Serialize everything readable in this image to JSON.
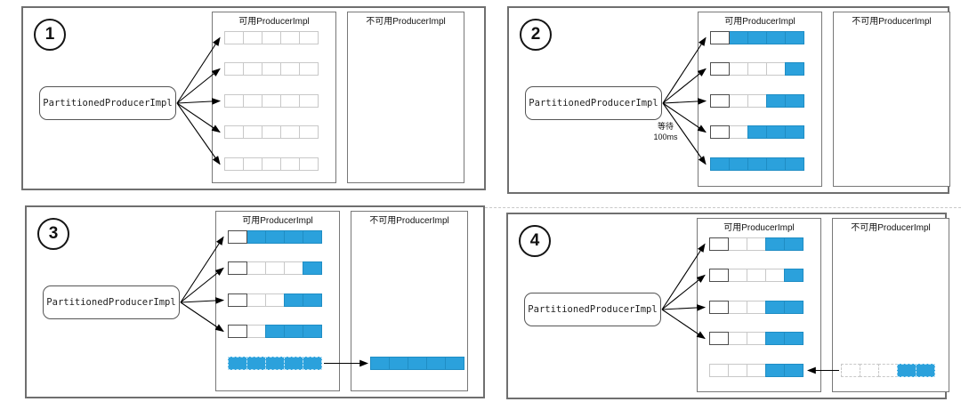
{
  "diagram": {
    "producer_label": "PartitionedProducerImpl",
    "available_title": "可用ProducerImpl",
    "unavailable_title": "不可用ProducerImpl",
    "colors": {
      "filled": "#2ba1dc",
      "filled_border": "#1f8dc4",
      "empty_border": "#c8c8c8",
      "head_border": "#4d4d4d"
    },
    "panels": [
      {
        "number": "1",
        "available_rows": [
          {
            "cells": [
              0,
              0,
              0,
              0,
              0
            ],
            "style": "solid",
            "head": false
          },
          {
            "cells": [
              0,
              0,
              0,
              0,
              0
            ],
            "style": "solid",
            "head": false
          },
          {
            "cells": [
              0,
              0,
              0,
              0,
              0
            ],
            "style": "solid",
            "head": false
          },
          {
            "cells": [
              0,
              0,
              0,
              0,
              0
            ],
            "style": "solid",
            "head": false
          },
          {
            "cells": [
              0,
              0,
              0,
              0,
              0
            ],
            "style": "solid",
            "head": false
          }
        ],
        "unavailable_rows": [],
        "producer_arrow_rows": [
          0,
          1,
          2,
          3,
          4
        ],
        "transfer_arrow": null,
        "note": null
      },
      {
        "number": "2",
        "available_rows": [
          {
            "cells": [
              0,
              1,
              1,
              1,
              1
            ],
            "style": "solid",
            "head": true
          },
          {
            "cells": [
              0,
              0,
              0,
              0,
              1
            ],
            "style": "solid",
            "head": true
          },
          {
            "cells": [
              0,
              0,
              0,
              1,
              1
            ],
            "style": "solid",
            "head": true
          },
          {
            "cells": [
              0,
              0,
              1,
              1,
              1
            ],
            "style": "solid",
            "head": true
          },
          {
            "cells": [
              1,
              1,
              1,
              1,
              1
            ],
            "style": "solid",
            "head": false
          }
        ],
        "unavailable_rows": [],
        "producer_arrow_rows": [
          0,
          1,
          2,
          3,
          4
        ],
        "transfer_arrow": null,
        "note": [
          "等待",
          "100ms"
        ]
      },
      {
        "number": "3",
        "available_rows": [
          {
            "cells": [
              0,
              1,
              1,
              1,
              1
            ],
            "style": "solid",
            "head": true
          },
          {
            "cells": [
              0,
              0,
              0,
              0,
              1
            ],
            "style": "solid",
            "head": true
          },
          {
            "cells": [
              0,
              0,
              0,
              1,
              1
            ],
            "style": "solid",
            "head": true
          },
          {
            "cells": [
              0,
              0,
              1,
              1,
              1
            ],
            "style": "solid",
            "head": true
          },
          {
            "cells": [
              1,
              1,
              1,
              1,
              1
            ],
            "style": "dashed",
            "head": false
          }
        ],
        "unavailable_rows": [
          {
            "cells": [
              1,
              1,
              1,
              1,
              1
            ],
            "style": "solid",
            "head": false
          }
        ],
        "producer_arrow_rows": [
          0,
          1,
          2,
          3
        ],
        "transfer_arrow": "to-unavailable",
        "note": null
      },
      {
        "number": "4",
        "available_rows": [
          {
            "cells": [
              0,
              0,
              0,
              1,
              1
            ],
            "style": "solid",
            "head": true
          },
          {
            "cells": [
              0,
              0,
              0,
              0,
              1
            ],
            "style": "solid",
            "head": true
          },
          {
            "cells": [
              0,
              0,
              0,
              1,
              1
            ],
            "style": "solid",
            "head": true
          },
          {
            "cells": [
              0,
              0,
              0,
              1,
              1
            ],
            "style": "solid",
            "head": true
          },
          {
            "cells": [
              0,
              0,
              0,
              1,
              1
            ],
            "style": "solid",
            "head": false
          }
        ],
        "unavailable_rows": [
          {
            "cells": [
              0,
              0,
              0,
              1,
              1
            ],
            "style": "dashed",
            "head": false
          }
        ],
        "producer_arrow_rows": [
          0,
          1,
          2,
          3
        ],
        "transfer_arrow": "to-available",
        "note": null
      }
    ]
  }
}
